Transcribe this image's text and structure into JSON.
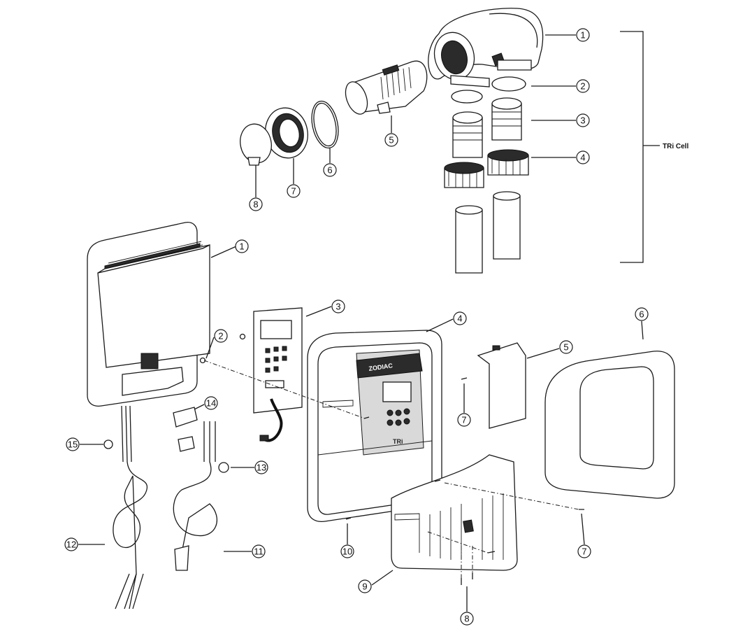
{
  "diagram": {
    "group_label": "TRi Cell",
    "brand_text": "ZODIAC",
    "model_text": "TRi",
    "callouts": {
      "cell_1": "1",
      "cell_2": "2",
      "cell_3": "3",
      "cell_4": "4",
      "cell_5": "5",
      "cell_6": "6",
      "cell_7": "7",
      "cell_8": "8",
      "ps_1": "1",
      "ps_2": "2",
      "ps_3": "3",
      "ps_4": "4",
      "ps_5": "5",
      "ps_6": "6",
      "ps_7a": "7",
      "ps_7b": "7",
      "ps_8": "8",
      "ps_9": "9",
      "ps_10": "10",
      "ps_11": "11",
      "ps_12": "12",
      "ps_13": "13",
      "ps_14": "14",
      "ps_15": "15"
    }
  }
}
